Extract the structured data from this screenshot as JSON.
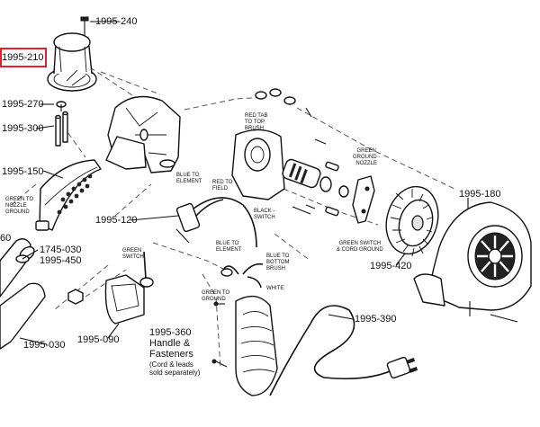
{
  "highlight_color": "#e0202a",
  "part_numbers": {
    "p240": "1995-240",
    "p210": "1995-210",
    "p270": "1995-270",
    "p300": "1995-300",
    "p150": "1995-150",
    "p60": "60",
    "p1745": "1745-030",
    "p450": "1995-450",
    "p120": "1995-120",
    "p030": "1995-030",
    "p090": "1995-090",
    "p390": "1995-390",
    "p420": "1995-420",
    "p180": "1995-180"
  },
  "handle_group": {
    "number": "1995-360",
    "line1": "Handle &",
    "line2": "Fasteners",
    "note1": "(Cord & leads",
    "note2": "sold separately)"
  },
  "callouts": {
    "red_tab_1": "RED TAB",
    "red_tab_2": "TO TOP",
    "red_tab_3": "BRUSH",
    "gg_nozzle_1": "GREEN",
    "gg_nozzle_2": "GROUND -",
    "gg_nozzle_3": "NOZZLE",
    "gs_cord_1": "GREEN SWITCH",
    "gs_cord_2": "& CORD GROUND",
    "blue_elem_1": "BLUE TO",
    "blue_elem_2": "ELEMENT",
    "red_field_1": "RED TO",
    "red_field_2": "FIELD",
    "black_sw_1": "BLACK -",
    "black_sw_2": "SWITCH",
    "g_nozzle_1": "GREEN TO",
    "g_nozzle_2": "NOZZLE",
    "g_nozzle_3": "GROUND",
    "green_sw_1": "GREEN",
    "green_sw_2": "SWITCH",
    "blue_elem2_1": "BLUE TO",
    "blue_elem2_2": "ELEMENT",
    "blue_bot_1": "BLUE TO",
    "blue_bot_2": "BOTTOM",
    "blue_bot_3": "BRUSH",
    "g_ground_1": "GREEN TO",
    "g_ground_2": "GROUND",
    "white": "WHITE"
  }
}
